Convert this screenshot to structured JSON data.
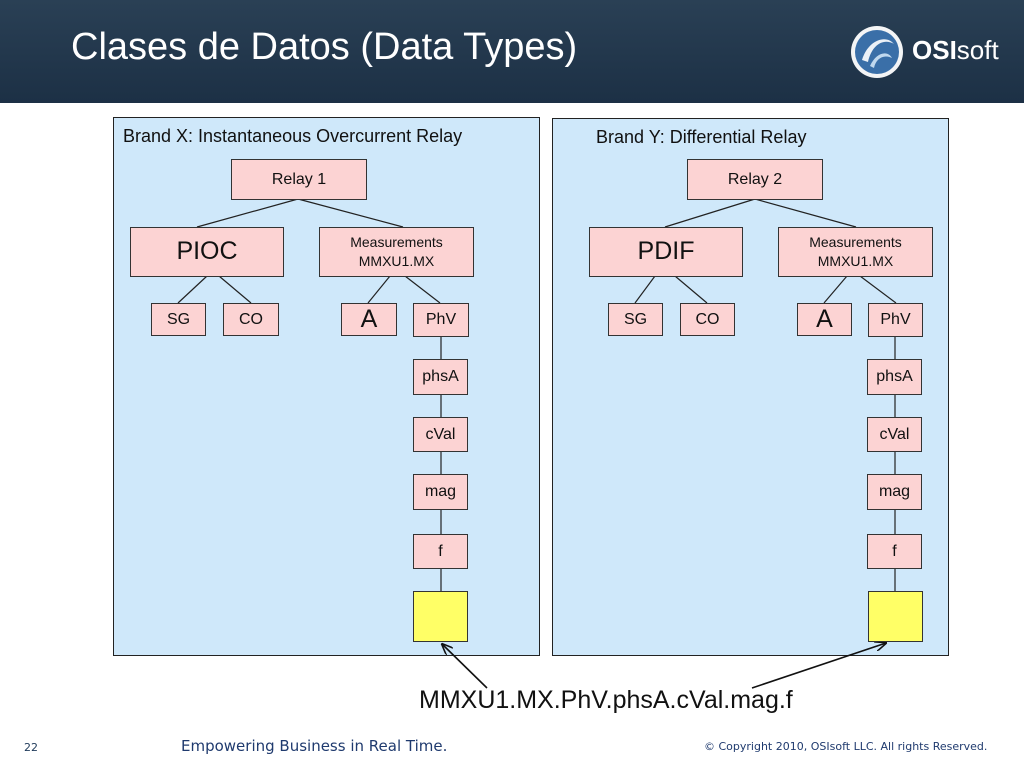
{
  "header": {
    "title": "Clases de Datos (Data Types)",
    "logo_bold": "OSI",
    "logo_light": "soft"
  },
  "left_panel": {
    "title": "Brand X: Instantaneous Overcurrent Relay",
    "relay": "Relay 1",
    "function": "PIOC",
    "measurements_line1": "Measurements",
    "measurements_line2": "MMXU1.MX",
    "sg": "SG",
    "co": "CO",
    "a": "A",
    "phv": "PhV",
    "phsa": "phsA",
    "cval": "cVal",
    "mag": "mag",
    "f": "f"
  },
  "right_panel": {
    "title": "Brand Y: Differential Relay",
    "relay": "Relay 2",
    "function": "PDIF",
    "measurements_line1": "Measurements",
    "measurements_line2": "MMXU1.MX",
    "sg": "SG",
    "co": "CO",
    "a": "A",
    "phv": "PhV",
    "phsa": "phsA",
    "cval": "cVal",
    "mag": "mag",
    "f": "f"
  },
  "path_label": "MMXU1.MX.PhV.phsA.cVal.mag.f",
  "footer": {
    "page_number": "22",
    "tagline": "Empowering Business in Real Time.",
    "copyright": "© Copyright 2010, OSIsoft LLC.  All rights Reserved."
  },
  "colors": {
    "header_bg": "#1c3045",
    "panel_bg": "#cfe8fa",
    "node_bg": "#fcd3d3",
    "leaf_bg": "#ffff66"
  }
}
